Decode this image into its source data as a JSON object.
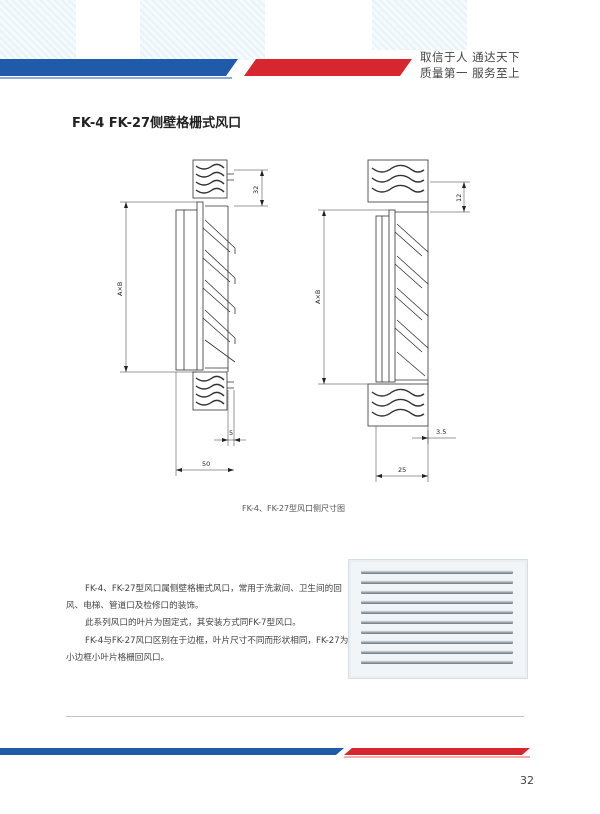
{
  "header": {
    "slogan_line1": "取信于人  通达天下",
    "slogan_line2": "质量第一  服务至上",
    "colors": {
      "blue": "#1f5ba8",
      "red": "#d7262e"
    }
  },
  "title": "FK-4 FK-27侧壁格栅式风口",
  "drawing": {
    "caption": "FK-4、FK-27型风口侧尺寸图",
    "left": {
      "dim_top": "32",
      "dim_height": "A×B",
      "dim_small": "5",
      "dim_width": "50"
    },
    "right": {
      "dim_top": "12",
      "dim_height": "A×B",
      "dim_small": "3.5",
      "dim_width": "25"
    }
  },
  "description": [
    "FK-4、FK-27型风口属侧壁格栅式风口，常用于洗漱间、卫生间的回风、电梯、管道口及检修口的装饰。",
    "此系列风口的叶片为固定式，其安装方式同FK-7型风口。",
    "FK-4与FK-27风口区别在于边框，叶片尺寸不同而形状相同，FK-27为小边框小叶片格栅回风口。"
  ],
  "photo_icon": "grille-vent-photo",
  "page_number": "32"
}
